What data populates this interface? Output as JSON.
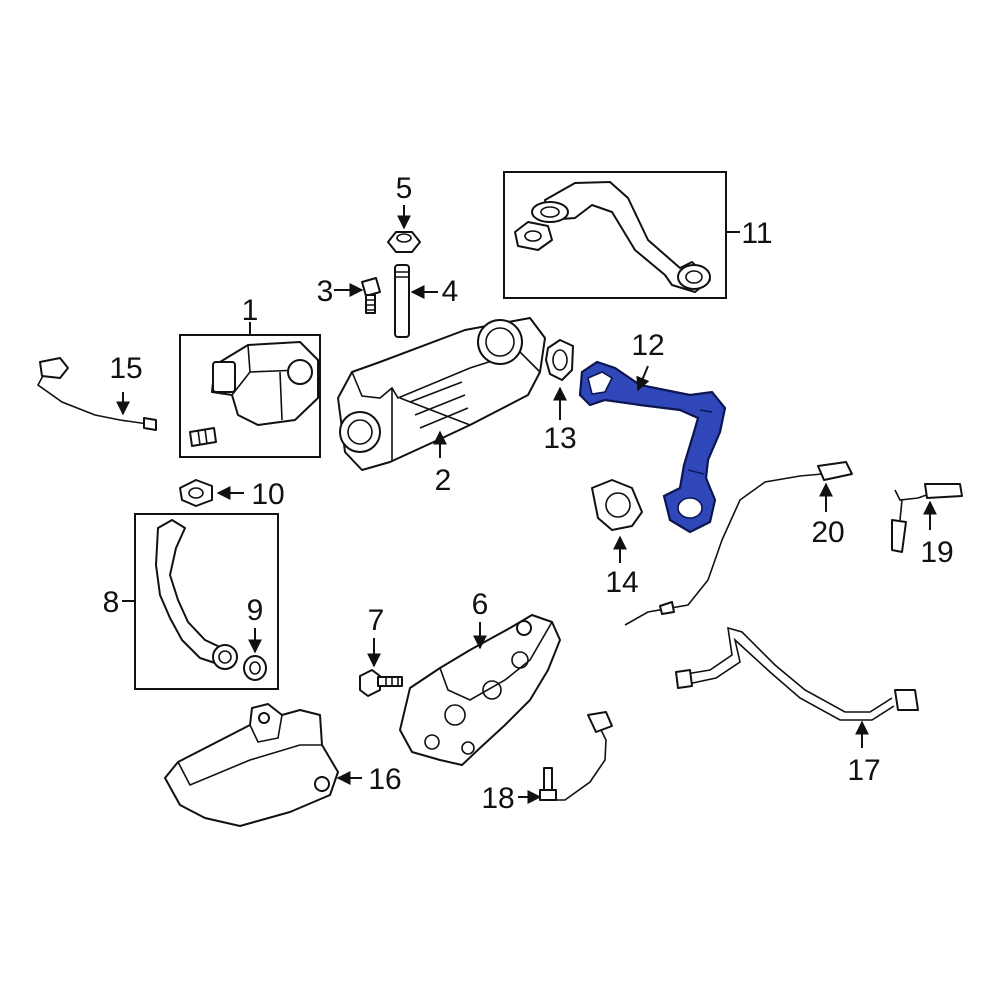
{
  "colors": {
    "highlight": "#2f47b8",
    "line": "#111111",
    "background": "#ffffff"
  },
  "callouts": [
    {
      "number": "1"
    },
    {
      "number": "2"
    },
    {
      "number": "3"
    },
    {
      "number": "4"
    },
    {
      "number": "5"
    },
    {
      "number": "6"
    },
    {
      "number": "7"
    },
    {
      "number": "8"
    },
    {
      "number": "9"
    },
    {
      "number": "10"
    },
    {
      "number": "11"
    },
    {
      "number": "12"
    },
    {
      "number": "13"
    },
    {
      "number": "14"
    },
    {
      "number": "15"
    },
    {
      "number": "16"
    },
    {
      "number": "17"
    },
    {
      "number": "18"
    },
    {
      "number": "19"
    },
    {
      "number": "20"
    }
  ],
  "highlighted_part": "12"
}
